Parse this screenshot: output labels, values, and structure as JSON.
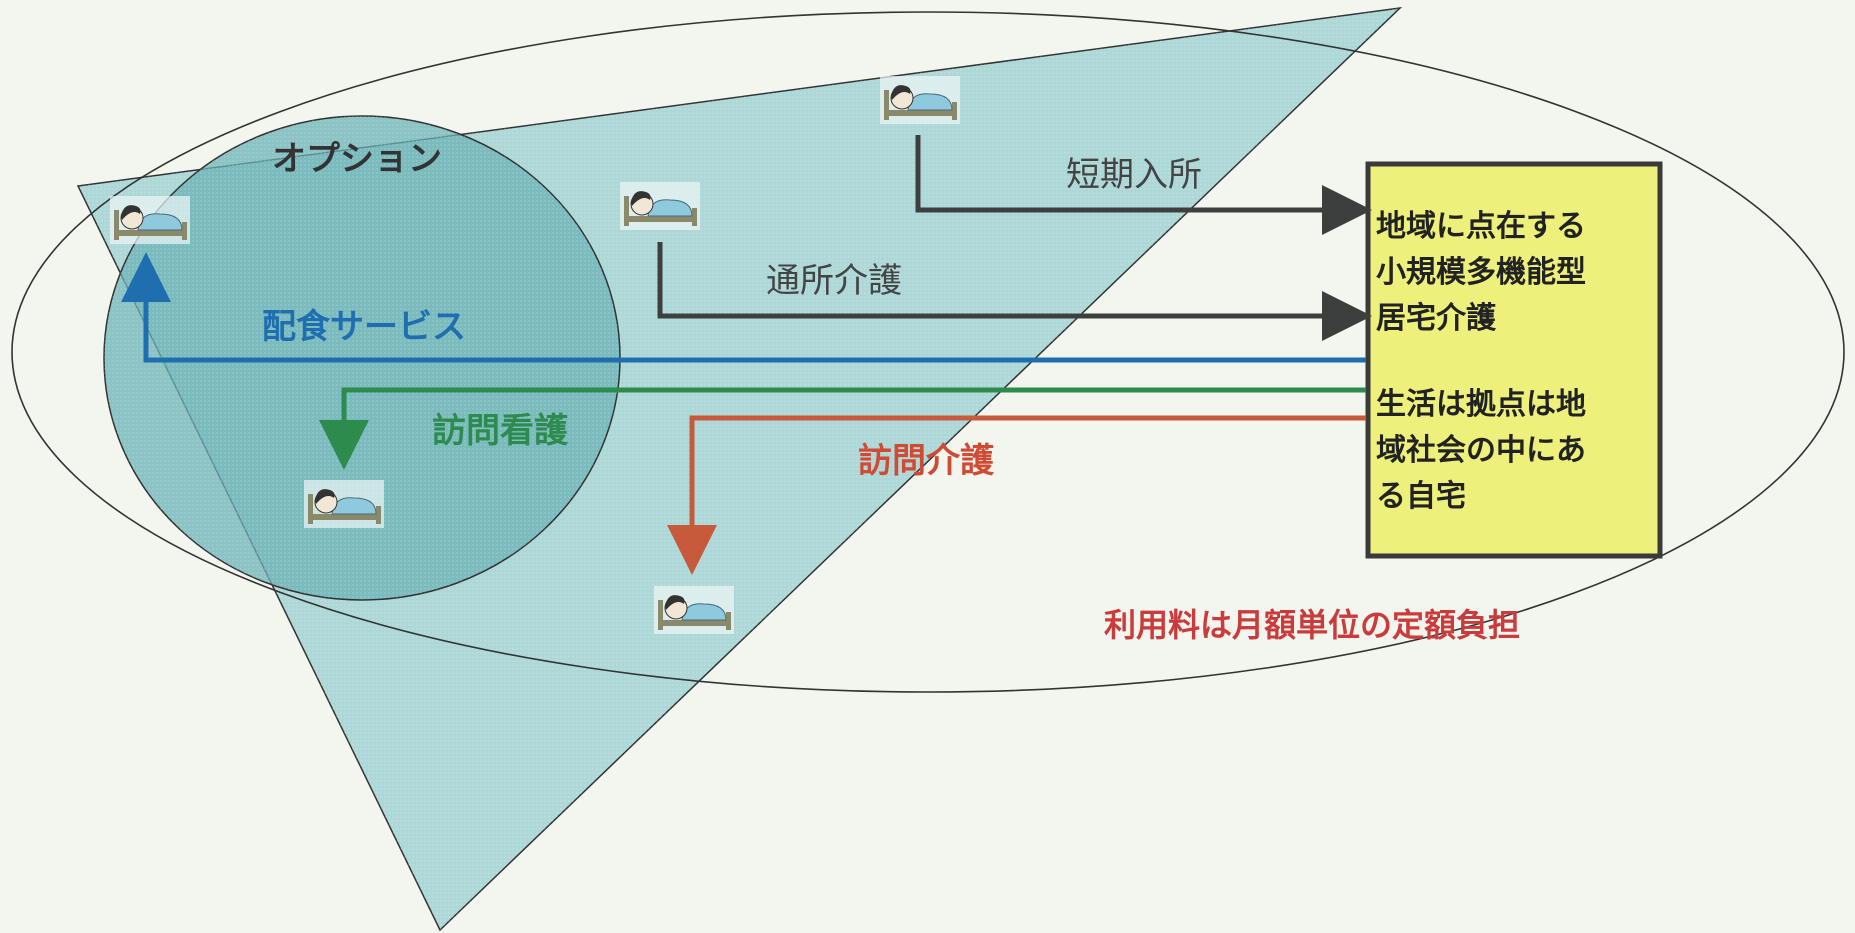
{
  "labels": {
    "option": "オプション",
    "short_stay": "短期入所",
    "day_care": "通所介護",
    "meal_service": "配食サービス",
    "visit_nursing": "訪問看護",
    "visit_care": "訪問介護",
    "fee_note": "利用料は月額単位の定額負担"
  },
  "center_box": {
    "title_lines": [
      "地域に点在する",
      "小規模多機能型",
      "居宅介護"
    ],
    "body_lines": [
      "生活は拠点は地",
      "域社会の中にあ",
      "る自宅"
    ]
  },
  "colors": {
    "background": "#f3f5ef",
    "triangle_fill": "#aed8d8",
    "circle_fill": "#6ab2b6",
    "box_fill": "#eef07c",
    "box_border": "#3a3a3a",
    "dark_arrow": "#3d3f3f",
    "blue_arrow": "#1f6fb0",
    "green_arrow": "#2e8b4e",
    "red_arrow": "#c85a3c",
    "blue_text": "#1f6fb0",
    "green_text": "#2e8b4e",
    "red_text": "#cc3b3b",
    "grey_text": "#444444"
  },
  "icons": [
    "bed-person-icon"
  ]
}
